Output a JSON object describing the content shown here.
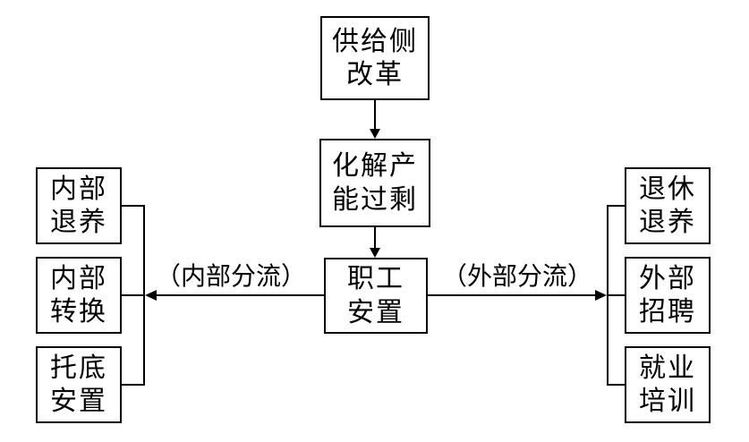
{
  "diagram": {
    "boxes": {
      "supply_side_reform": "供给侧\n改革",
      "resolve_overcapacity": "化解产\n能过剩",
      "worker_placement": "职工\n安置",
      "internal_retirement": "内部\n退养",
      "internal_transfer": "内部\n转换",
      "fallback_placement": "托底\n安置",
      "retire_pension": "退休\n退养",
      "external_recruitment": "外部\n招聘",
      "employment_training": "就业\n培训"
    },
    "labels": {
      "internal_diversion": "（内部分流）",
      "external_diversion": "（外部分流）"
    }
  }
}
